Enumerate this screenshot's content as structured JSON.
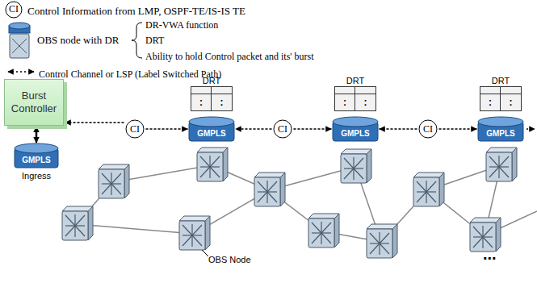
{
  "diagram": {
    "nodes": [
      {
        "text": [
          "DRT",
          ":",
          ":"
        ]
      },
      {
        "text": [
          "DRT",
          ":",
          ":"
        ]
      },
      {
        "text": [
          "DRT",
          ":",
          ":"
        ]
      },
      {
        "text": [
          "Burst Controller"
        ]
      },
      {
        "text": [
          "CI"
        ]
      },
      {
        "text": [
          "GMPLS"
        ]
      },
      {
        "text": [
          "CI"
        ]
      },
      {
        "text": [
          "GMPLS"
        ]
      },
      {
        "text": [
          "CI"
        ]
      },
      {
        "text": [
          "GMPLS"
        ]
      },
      {
        "text": [
          "GMPLS",
          "Ingress"
        ]
      }
    ],
    "edges": [
      {
        "from": 4,
        "to": 3,
        "arrow": "to"
      },
      {
        "from": 4,
        "to": 5,
        "arrow": "to"
      },
      {
        "from": 6,
        "to": 5,
        "arrow": "to"
      },
      {
        "from": 6,
        "to": 7,
        "arrow": "to"
      },
      {
        "from": 8,
        "to": 7,
        "arrow": "to"
      },
      {
        "from": 8,
        "to": 9,
        "arrow": "to"
      },
      {
        "from": 3,
        "to": 10,
        "arrow": "both"
      }
    ],
    "labels": [
      "CI",
      "DR-VWA function",
      "DRT",
      "Ability to hold Control packet and its' burst",
      "OBS Node",
      "..."
    ],
    "legend": [
      {
        "text": "Control Information from LMP, OSPF-TE/IS-IS TE"
      },
      {
        "text": "OBS node with DR"
      },
      {
        "text": "Control Channel or LSP (Label Switched Path)"
      }
    ]
  }
}
